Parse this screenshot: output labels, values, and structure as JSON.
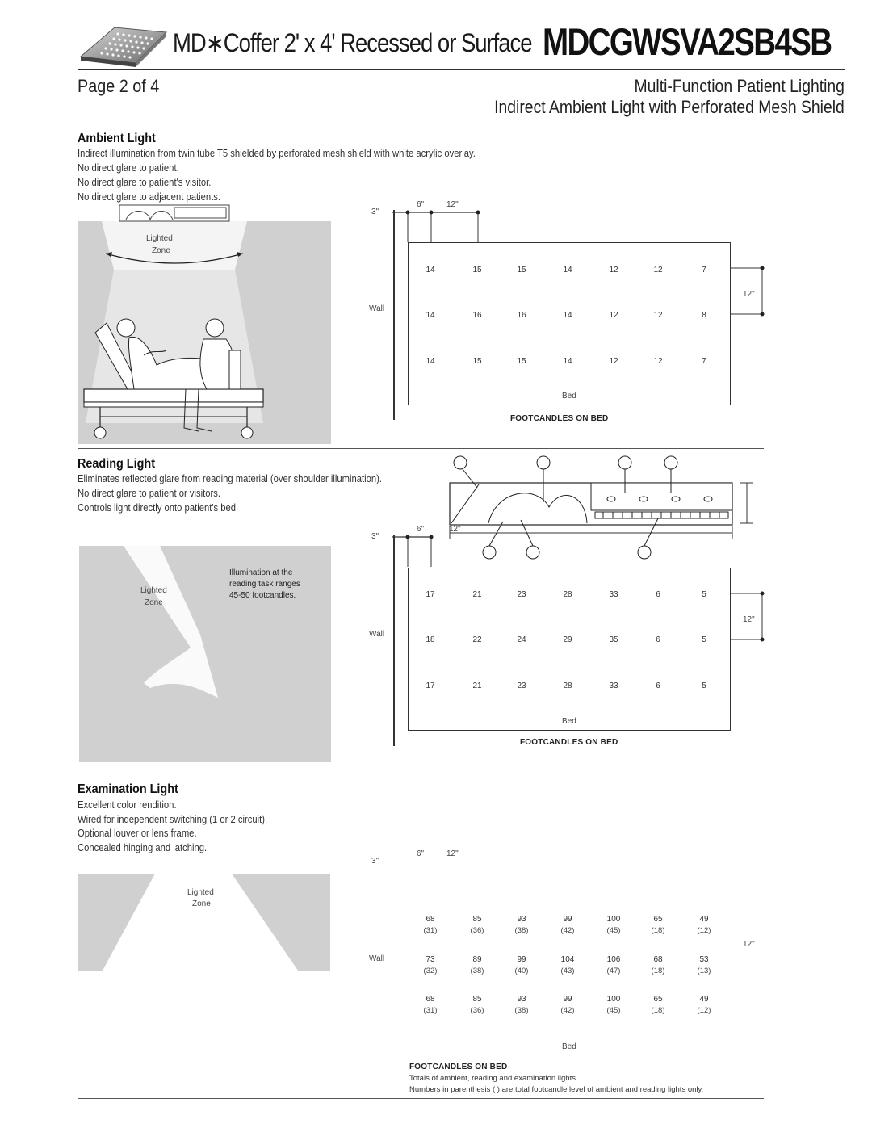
{
  "header": {
    "title_prefix": "MD∗Coffer 2' x 4' Recessed or Surface",
    "model": "MDCGWSVA2SB4SB",
    "page": "Page 2 of 4",
    "subtitle1": "Multi-Function Patient Lighting",
    "subtitle2": "Indirect Ambient Light with Perforated Mesh Shield"
  },
  "ambient": {
    "title": "Ambient Light",
    "lines": [
      "Indirect illumination from twin tube T5 shielded by perforated mesh shield with white acrylic overlay.",
      "No direct glare to patient.",
      "No direct glare to patient's visitor.",
      "No direct glare to adjacent patients."
    ],
    "zone_label": [
      "Lighted",
      "Zone"
    ],
    "dim_3": "3\"",
    "dim_6": "6\"",
    "dim_12_top": "12\"",
    "dim_12_side": "12\"",
    "wall": "Wall",
    "bed": "Bed",
    "grid_title": "FOOTCANDLES ON BED",
    "rows": [
      [
        "14",
        "15",
        "15",
        "14",
        "12",
        "12",
        "7"
      ],
      [
        "14",
        "16",
        "16",
        "14",
        "12",
        "12",
        "8"
      ],
      [
        "14",
        "15",
        "15",
        "14",
        "12",
        "12",
        "7"
      ]
    ]
  },
  "reading": {
    "title": "Reading Light",
    "lines": [
      "Eliminates reflected glare from reading material (over shoulder illumination).",
      "No direct glare to patient or visitors.",
      "Controls light directly onto patient's bed."
    ],
    "zone_label": [
      "Lighted",
      "Zone"
    ],
    "task_note": [
      "Illumination at the",
      "reading task ranges",
      "45-50 footcandles."
    ],
    "dim_3": "3\"",
    "dim_6": "6\"",
    "dim_12_top": "12\"",
    "dim_12_side": "12\"",
    "wall": "Wall",
    "bed": "Bed",
    "grid_title": "FOOTCANDLES ON BED",
    "rows": [
      [
        "17",
        "21",
        "23",
        "28",
        "33",
        "6",
        "5"
      ],
      [
        "18",
        "22",
        "24",
        "29",
        "35",
        "6",
        "5"
      ],
      [
        "17",
        "21",
        "23",
        "28",
        "33",
        "6",
        "5"
      ]
    ]
  },
  "exam": {
    "title": "Examination Light",
    "lines": [
      "Excellent color rendition.",
      "Wired for independent switching (1 or 2 circuit).",
      "Optional louver or lens frame.",
      "Concealed hinging and latching."
    ],
    "zone_label": [
      "Lighted",
      "Zone"
    ],
    "dim_3": "3\"",
    "dim_6": "6\"",
    "dim_12_top": "12\"",
    "dim_12_side": "12\"",
    "wall": "Wall",
    "bed": "Bed",
    "grid_title": "FOOTCANDLES ON BED",
    "rows": [
      [
        "68",
        "85",
        "93",
        "99",
        "100",
        "65",
        "49"
      ],
      [
        "73",
        "89",
        "99",
        "104",
        "106",
        "68",
        "53"
      ],
      [
        "68",
        "85",
        "93",
        "99",
        "100",
        "65",
        "49"
      ]
    ],
    "paren_rows": [
      [
        "(31)",
        "(36)",
        "(38)",
        "(42)",
        "(45)",
        "(18)",
        "(12)"
      ],
      [
        "(32)",
        "(38)",
        "(40)",
        "(43)",
        "(47)",
        "(18)",
        "(13)"
      ],
      [
        "(31)",
        "(36)",
        "(38)",
        "(42)",
        "(45)",
        "(18)",
        "(12)"
      ]
    ],
    "notes": [
      "Totals of ambient, reading and examination lights.",
      "Numbers in parenthesis (  ) are total footcandle level of ambient and reading lights only."
    ]
  }
}
